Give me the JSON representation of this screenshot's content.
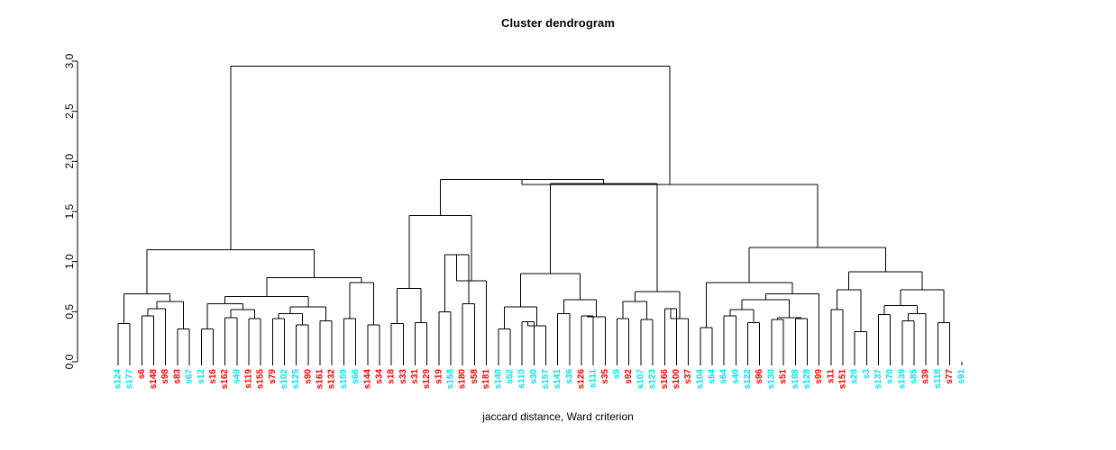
{
  "chart_data": {
    "type": "dendrogram",
    "title": "Cluster dendrogram",
    "xlabel": "jaccard distance, Ward criterion",
    "ylabel": "",
    "ylim": [
      0,
      3.0
    ],
    "yticks": [
      0.0,
      0.5,
      1.0,
      1.5,
      2.0,
      2.5,
      3.0
    ],
    "ytick_labels": [
      "0.0",
      "0.5",
      "1.0",
      "1.5",
      "2.0",
      "2.5",
      "3.0"
    ],
    "grid": false,
    "legend": "none",
    "label_colors": {
      "cluster_a": "#00e5ee",
      "cluster_b": "#ff0000"
    },
    "leaves": [
      {
        "label": "s124",
        "color": "#00e5ee"
      },
      {
        "label": "s177",
        "color": "#00e5ee"
      },
      {
        "label": "s6",
        "color": "#ff0000"
      },
      {
        "label": "s148",
        "color": "#ff0000"
      },
      {
        "label": "s98",
        "color": "#ff0000"
      },
      {
        "label": "s83",
        "color": "#ff0000"
      },
      {
        "label": "s67",
        "color": "#00e5ee"
      },
      {
        "label": "s12",
        "color": "#00e5ee"
      },
      {
        "label": "s16",
        "color": "#ff0000"
      },
      {
        "label": "s162",
        "color": "#ff0000"
      },
      {
        "label": "s49",
        "color": "#00e5ee"
      },
      {
        "label": "s119",
        "color": "#ff0000"
      },
      {
        "label": "s155",
        "color": "#ff0000"
      },
      {
        "label": "s79",
        "color": "#ff0000"
      },
      {
        "label": "s102",
        "color": "#00e5ee"
      },
      {
        "label": "s125",
        "color": "#00e5ee"
      },
      {
        "label": "s90",
        "color": "#ff0000"
      },
      {
        "label": "s161",
        "color": "#ff0000"
      },
      {
        "label": "s132",
        "color": "#ff0000"
      },
      {
        "label": "s159",
        "color": "#00e5ee"
      },
      {
        "label": "s66",
        "color": "#00e5ee"
      },
      {
        "label": "s144",
        "color": "#ff0000"
      },
      {
        "label": "s34",
        "color": "#ff0000"
      },
      {
        "label": "s18",
        "color": "#ff0000"
      },
      {
        "label": "s33",
        "color": "#ff0000"
      },
      {
        "label": "s31",
        "color": "#ff0000"
      },
      {
        "label": "s129",
        "color": "#ff0000"
      },
      {
        "label": "s19",
        "color": "#ff0000"
      },
      {
        "label": "s158",
        "color": "#00e5ee"
      },
      {
        "label": "s180",
        "color": "#ff0000"
      },
      {
        "label": "s58",
        "color": "#ff0000"
      },
      {
        "label": "s181",
        "color": "#ff0000"
      },
      {
        "label": "s140",
        "color": "#00e5ee"
      },
      {
        "label": "s52",
        "color": "#00e5ee"
      },
      {
        "label": "s110",
        "color": "#00e5ee"
      },
      {
        "label": "s30",
        "color": "#00e5ee"
      },
      {
        "label": "s157",
        "color": "#00e5ee"
      },
      {
        "label": "s141",
        "color": "#00e5ee"
      },
      {
        "label": "s36",
        "color": "#00e5ee"
      },
      {
        "label": "s126",
        "color": "#ff0000"
      },
      {
        "label": "s111",
        "color": "#00e5ee"
      },
      {
        "label": "s35",
        "color": "#ff0000"
      },
      {
        "label": "s9",
        "color": "#00e5ee"
      },
      {
        "label": "s92",
        "color": "#ff0000"
      },
      {
        "label": "s107",
        "color": "#00e5ee"
      },
      {
        "label": "s123",
        "color": "#00e5ee"
      },
      {
        "label": "s166",
        "color": "#ff0000"
      },
      {
        "label": "s100",
        "color": "#ff0000"
      },
      {
        "label": "s37",
        "color": "#ff0000"
      },
      {
        "label": "s104",
        "color": "#00e5ee"
      },
      {
        "label": "s54",
        "color": "#00e5ee"
      },
      {
        "label": "s64",
        "color": "#00e5ee"
      },
      {
        "label": "s40",
        "color": "#00e5ee"
      },
      {
        "label": "s122",
        "color": "#00e5ee"
      },
      {
        "label": "s96",
        "color": "#ff0000"
      },
      {
        "label": "s130",
        "color": "#00e5ee"
      },
      {
        "label": "s51",
        "color": "#ff0000"
      },
      {
        "label": "s188",
        "color": "#00e5ee"
      },
      {
        "label": "s128",
        "color": "#00e5ee"
      },
      {
        "label": "s99",
        "color": "#ff0000"
      },
      {
        "label": "s11",
        "color": "#ff0000"
      },
      {
        "label": "s151",
        "color": "#ff0000"
      },
      {
        "label": "s28",
        "color": "#00e5ee"
      },
      {
        "label": "s3",
        "color": "#00e5ee"
      },
      {
        "label": "s137",
        "color": "#00e5ee"
      },
      {
        "label": "s70",
        "color": "#00e5ee"
      },
      {
        "label": "s139",
        "color": "#00e5ee"
      },
      {
        "label": "s85",
        "color": "#00e5ee"
      },
      {
        "label": "s39",
        "color": "#ff0000"
      },
      {
        "label": "s118",
        "color": "#00e5ee"
      },
      {
        "label": "s77",
        "color": "#ff0000"
      },
      {
        "label": "s91",
        "color": "#00e5ee"
      }
    ],
    "merges": [
      {
        "id": "m1",
        "a": {
          "leaf": 0
        },
        "b": {
          "leaf": 1
        },
        "height": 0.38
      },
      {
        "id": "m2",
        "a": {
          "leaf": 2
        },
        "b": {
          "leaf": 3
        },
        "height": 0.46
      },
      {
        "id": "m3",
        "a": {
          "node": "m2"
        },
        "b": {
          "leaf": 4
        },
        "height": 0.53
      },
      {
        "id": "m4",
        "a": {
          "leaf": 5
        },
        "b": {
          "leaf": 6
        },
        "height": 0.33
      },
      {
        "id": "m5",
        "a": {
          "node": "m3"
        },
        "b": {
          "node": "m4"
        },
        "height": 0.6
      },
      {
        "id": "m6",
        "a": {
          "node": "m1"
        },
        "b": {
          "node": "m5"
        },
        "height": 0.68
      },
      {
        "id": "m7",
        "a": {
          "leaf": 7
        },
        "b": {
          "leaf": 8
        },
        "height": 0.33
      },
      {
        "id": "m8",
        "a": {
          "leaf": 9
        },
        "b": {
          "leaf": 10
        },
        "height": 0.44
      },
      {
        "id": "m9",
        "a": {
          "leaf": 11
        },
        "b": {
          "leaf": 12
        },
        "height": 0.43
      },
      {
        "id": "m10",
        "a": {
          "node": "m8"
        },
        "b": {
          "node": "m9"
        },
        "height": 0.52
      },
      {
        "id": "m11",
        "a": {
          "node": "m7"
        },
        "b": {
          "node": "m10"
        },
        "height": 0.58
      },
      {
        "id": "m12",
        "a": {
          "leaf": 13
        },
        "b": {
          "leaf": 14
        },
        "height": 0.43
      },
      {
        "id": "m13",
        "a": {
          "leaf": 15
        },
        "b": {
          "leaf": 16
        },
        "height": 0.37
      },
      {
        "id": "m14",
        "a": {
          "node": "m12"
        },
        "b": {
          "node": "m13"
        },
        "height": 0.48
      },
      {
        "id": "m15",
        "a": {
          "leaf": 17
        },
        "b": {
          "leaf": 18
        },
        "height": 0.41
      },
      {
        "id": "m16",
        "a": {
          "node": "m14"
        },
        "b": {
          "node": "m15"
        },
        "height": 0.55
      },
      {
        "id": "m17",
        "a": {
          "node": "m11"
        },
        "b": {
          "node": "m16"
        },
        "height": 0.65
      },
      {
        "id": "m18",
        "a": {
          "leaf": 19
        },
        "b": {
          "leaf": 20
        },
        "height": 0.43
      },
      {
        "id": "m19",
        "a": {
          "leaf": 21
        },
        "b": {
          "leaf": 22
        },
        "height": 0.37
      },
      {
        "id": "m20",
        "a": {
          "node": "m18"
        },
        "b": {
          "node": "m19"
        },
        "height": 0.79
      },
      {
        "id": "m21",
        "a": {
          "node": "m17"
        },
        "b": {
          "node": "m20"
        },
        "height": 0.84
      },
      {
        "id": "m22",
        "a": {
          "node": "m6"
        },
        "b": {
          "node": "m21"
        },
        "height": 1.12
      },
      {
        "id": "m23",
        "a": {
          "leaf": 23
        },
        "b": {
          "leaf": 24
        },
        "height": 0.38
      },
      {
        "id": "m24",
        "a": {
          "leaf": 25
        },
        "b": {
          "leaf": 26
        },
        "height": 0.39
      },
      {
        "id": "m25",
        "a": {
          "node": "m23"
        },
        "b": {
          "node": "m24"
        },
        "height": 0.73
      },
      {
        "id": "m26",
        "a": {
          "leaf": 27
        },
        "b": {
          "leaf": 28
        },
        "height": 0.5
      },
      {
        "id": "m27",
        "a": {
          "leaf": 29
        },
        "b": {
          "leaf": 30
        },
        "height": 0.58
      },
      {
        "id": "m28",
        "a": {
          "node": "m26"
        },
        "b": {
          "node": "m27"
        },
        "height": 1.07
      },
      {
        "id": "m29",
        "a": {
          "node": "m28"
        },
        "b": {
          "leaf": 31
        },
        "height": 0.81
      },
      {
        "id": "m30",
        "a": {
          "node": "m25"
        },
        "b": {
          "node": "m29"
        },
        "height": 1.46
      },
      {
        "id": "m31",
        "a": {
          "leaf": 32
        },
        "b": {
          "leaf": 33
        },
        "height": 0.33
      },
      {
        "id": "m32",
        "a": {
          "leaf": 34
        },
        "b": {
          "leaf": 35
        },
        "height": 0.4
      },
      {
        "id": "m33",
        "a": {
          "node": "m32"
        },
        "b": {
          "leaf": 36
        },
        "height": 0.36
      },
      {
        "id": "m34",
        "a": {
          "node": "m31"
        },
        "b": {
          "node": "m33"
        },
        "height": 0.55
      },
      {
        "id": "m35",
        "a": {
          "leaf": 37
        },
        "b": {
          "leaf": 38
        },
        "height": 0.48
      },
      {
        "id": "m36",
        "a": {
          "leaf": 39
        },
        "b": {
          "leaf": 40
        },
        "height": 0.46
      },
      {
        "id": "m37",
        "a": {
          "node": "m36"
        },
        "b": {
          "leaf": 41
        },
        "height": 0.45
      },
      {
        "id": "m38",
        "a": {
          "node": "m35"
        },
        "b": {
          "node": "m37"
        },
        "height": 0.62
      },
      {
        "id": "m39",
        "a": {
          "node": "m34"
        },
        "b": {
          "node": "m38"
        },
        "height": 0.88
      },
      {
        "id": "m40",
        "a": {
          "leaf": 42
        },
        "b": {
          "leaf": 43
        },
        "height": 0.43
      },
      {
        "id": "m41",
        "a": {
          "leaf": 44
        },
        "b": {
          "leaf": 45
        },
        "height": 0.42
      },
      {
        "id": "m42",
        "a": {
          "node": "m40"
        },
        "b": {
          "node": "m41"
        },
        "height": 0.6
      },
      {
        "id": "m43",
        "a": {
          "leaf": 46
        },
        "b": {
          "leaf": 47
        },
        "height": 0.53
      },
      {
        "id": "m44",
        "a": {
          "node": "m43"
        },
        "b": {
          "leaf": 48
        },
        "height": 0.43
      },
      {
        "id": "m45",
        "a": {
          "node": "m42"
        },
        "b": {
          "node": "m44"
        },
        "height": 0.7
      },
      {
        "id": "m46",
        "a": {
          "node": "m39"
        },
        "b": {
          "node": "m45"
        },
        "height": 1.78
      },
      {
        "id": "m47",
        "a": {
          "node": "m30"
        },
        "b": {
          "node": "m46"
        },
        "height": 1.82
      },
      {
        "id": "m48",
        "a": {
          "leaf": 49
        },
        "b": {
          "leaf": 50
        },
        "height": 0.34
      },
      {
        "id": "m49",
        "a": {
          "leaf": 51
        },
        "b": {
          "leaf": 52
        },
        "height": 0.46
      },
      {
        "id": "m50",
        "a": {
          "leaf": 53
        },
        "b": {
          "leaf": 54
        },
        "height": 0.39
      },
      {
        "id": "m51",
        "a": {
          "node": "m49"
        },
        "b": {
          "node": "m50"
        },
        "height": 0.52
      },
      {
        "id": "m52",
        "a": {
          "leaf": 55
        },
        "b": {
          "leaf": 56
        },
        "height": 0.42
      },
      {
        "id": "m53",
        "a": {
          "leaf": 57
        },
        "b": {
          "leaf": 58
        },
        "height": 0.43
      },
      {
        "id": "m54",
        "a": {
          "node": "m52"
        },
        "b": {
          "node": "m53"
        },
        "height": 0.44
      },
      {
        "id": "m55",
        "a": {
          "node": "m51"
        },
        "b": {
          "node": "m54"
        },
        "height": 0.62
      },
      {
        "id": "m56",
        "a": {
          "node": "m55"
        },
        "b": {
          "leaf": 59
        },
        "height": 0.68
      },
      {
        "id": "m57",
        "a": {
          "node": "m48"
        },
        "b": {
          "node": "m56"
        },
        "height": 0.79
      },
      {
        "id": "m58",
        "a": {
          "leaf": 60
        },
        "b": {
          "leaf": 61
        },
        "height": 0.52
      },
      {
        "id": "m59",
        "a": {
          "leaf": 62
        },
        "b": {
          "leaf": 63
        },
        "height": 0.3
      },
      {
        "id": "m60",
        "a": {
          "node": "m58"
        },
        "b": {
          "node": "m59"
        },
        "height": 0.72
      },
      {
        "id": "m61",
        "a": {
          "leaf": 64
        },
        "b": {
          "leaf": 65
        },
        "height": 0.47
      },
      {
        "id": "m62",
        "a": {
          "leaf": 66
        },
        "b": {
          "leaf": 67
        },
        "height": 0.41
      },
      {
        "id": "m63",
        "a": {
          "node": "m62"
        },
        "b": {
          "leaf": 68
        },
        "height": 0.48
      },
      {
        "id": "m64",
        "a": {
          "node": "m61"
        },
        "b": {
          "node": "m63"
        },
        "height": 0.56
      },
      {
        "id": "m65",
        "a": {
          "leaf": 69
        },
        "b": {
          "leaf": 70
        },
        "height": 0.39
      },
      {
        "id": "m66",
        "a": {
          "node": "m64"
        },
        "b": {
          "node": "m65"
        },
        "height": 0.72
      },
      {
        "id": "m67",
        "a": {
          "node": "m60"
        },
        "b": {
          "node": "m66"
        },
        "height": 0.9
      },
      {
        "id": "m68",
        "a": {
          "node": "m57"
        },
        "b": {
          "node": "m67"
        },
        "height": 1.14
      },
      {
        "id": "m69",
        "a": {
          "node": "m47"
        },
        "b": {
          "node": "m68"
        },
        "height": 1.77
      },
      {
        "id": "m70",
        "a": {
          "node": "m22"
        },
        "b": {
          "node": "m69"
        },
        "height": 2.95
      }
    ],
    "geometry": {
      "plot_left": 131,
      "leaf_spacing": 13.18,
      "baseline_y": 402,
      "top_y": 68,
      "axis_x": 86
    }
  }
}
